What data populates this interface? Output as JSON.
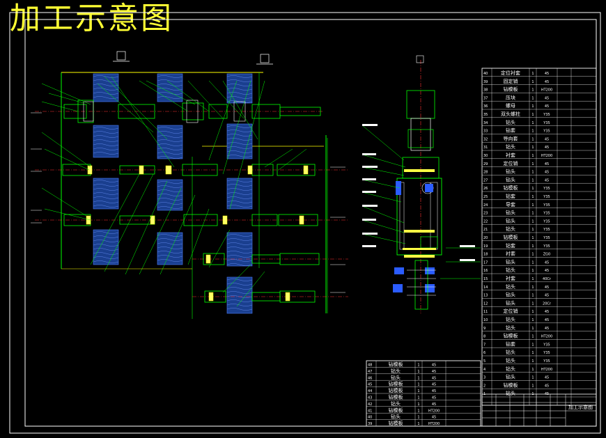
{
  "title": "加工示意图",
  "colors": {
    "background": "#000000",
    "title": "#ffff33",
    "frame": "#ffffff",
    "green": "#00ff00",
    "yellow": "#ffff00",
    "blue": "#3366ff",
    "red": "#ff3333",
    "cyan": "#00ffff"
  },
  "bom_right": [
    [
      "40",
      "定位衬套",
      "1",
      "45",
      ""
    ],
    [
      "39",
      "固定销",
      "1",
      "45",
      ""
    ],
    [
      "38",
      "钻模板",
      "1",
      "HT200",
      ""
    ],
    [
      "37",
      "压块",
      "1",
      "45",
      ""
    ],
    [
      "36",
      "螺母",
      "1",
      "45",
      ""
    ],
    [
      "35",
      "双头螺柱",
      "1",
      "Y35",
      ""
    ],
    [
      "34",
      "钻头",
      "1",
      "Y35",
      ""
    ],
    [
      "33",
      "钻套",
      "1",
      "Y35",
      ""
    ],
    [
      "32",
      "导向套",
      "1",
      "45",
      ""
    ],
    [
      "31",
      "钻头",
      "1",
      "45",
      ""
    ],
    [
      "30",
      "衬套",
      "1",
      "HT200",
      ""
    ],
    [
      "29",
      "定位销",
      "1",
      "45",
      ""
    ],
    [
      "28",
      "钻头",
      "1",
      "45",
      ""
    ],
    [
      "27",
      "钻头",
      "1",
      "45",
      ""
    ],
    [
      "26",
      "钻模板",
      "1",
      "Y35",
      ""
    ],
    [
      "25",
      "钻套",
      "1",
      "Y35",
      ""
    ],
    [
      "24",
      "导套",
      "1",
      "Y35",
      ""
    ],
    [
      "23",
      "钻头",
      "1",
      "Y35",
      ""
    ],
    [
      "22",
      "钻头",
      "1",
      "Y35",
      ""
    ],
    [
      "21",
      "钻头",
      "1",
      "Y35",
      ""
    ],
    [
      "20",
      "钻模板",
      "1",
      "Y35",
      ""
    ],
    [
      "19",
      "钻套",
      "1",
      "Y35",
      ""
    ],
    [
      "18",
      "衬套",
      "1",
      "ZG0",
      ""
    ],
    [
      "17",
      "钻头",
      "1",
      "45",
      ""
    ],
    [
      "16",
      "钻头",
      "1",
      "45",
      ""
    ],
    [
      "15",
      "衬套",
      "1",
      "40Cr",
      ""
    ],
    [
      "14",
      "钻头",
      "1",
      "45",
      ""
    ],
    [
      "13",
      "钻头",
      "1",
      "45",
      ""
    ],
    [
      "12",
      "钻头",
      "1",
      "20Cr",
      ""
    ],
    [
      "11",
      "定位销",
      "1",
      "45",
      ""
    ],
    [
      "10",
      "钻头",
      "1",
      "45",
      ""
    ],
    [
      "9",
      "钻头",
      "1",
      "45",
      ""
    ],
    [
      "8",
      "钻模板",
      "1",
      "HT200",
      ""
    ],
    [
      "7",
      "钻套",
      "1",
      "Y35",
      ""
    ],
    [
      "6",
      "钻头",
      "1",
      "Y35",
      ""
    ],
    [
      "5",
      "钻头",
      "1",
      "Y35",
      ""
    ],
    [
      "4",
      "钻头",
      "1",
      "HT200",
      ""
    ],
    [
      "3",
      "钻头",
      "1",
      "45",
      ""
    ],
    [
      "2",
      "钻模板",
      "1",
      "45",
      ""
    ],
    [
      "1",
      "钻头",
      "1",
      "45",
      ""
    ]
  ],
  "bom_left": [
    [
      "48",
      "钻模板",
      "1",
      "45"
    ],
    [
      "47",
      "钻头",
      "1",
      "45"
    ],
    [
      "46",
      "钻头",
      "1",
      "45"
    ],
    [
      "45",
      "钻模板",
      "1",
      "45"
    ],
    [
      "44",
      "钻模板",
      "1",
      "45"
    ],
    [
      "43",
      "钻模板",
      "1",
      "45"
    ],
    [
      "42",
      "钻头",
      "1",
      "45"
    ],
    [
      "41",
      "钻模板",
      "1",
      "HT200"
    ],
    [
      "40",
      "钻头",
      "1",
      "45"
    ],
    [
      "39",
      "钻模板",
      "1",
      "HT200"
    ]
  ],
  "title_block": {
    "drawing_name": "加工示意图"
  }
}
